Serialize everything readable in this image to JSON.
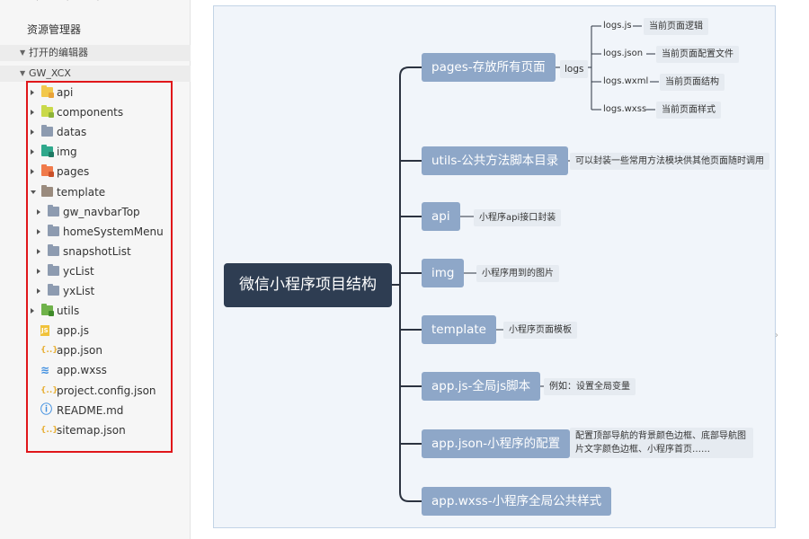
{
  "explorer": {
    "title": "资源管理器",
    "open_editors": "打开的编辑器",
    "project": "GW_XCX",
    "tree": [
      {
        "label": "api",
        "type": "folder",
        "color": "#f2c84b",
        "badge": "#e8a33a",
        "indent": 0,
        "expanded": false
      },
      {
        "label": "components",
        "type": "folder",
        "color": "#c9d94a",
        "badge": "#8db33a",
        "indent": 0,
        "expanded": false
      },
      {
        "label": "datas",
        "type": "folder",
        "color": "#8d9bb0",
        "badge": "",
        "indent": 0,
        "expanded": false
      },
      {
        "label": "img",
        "type": "folder",
        "color": "#2fa88c",
        "badge": "#1f7a64",
        "indent": 0,
        "expanded": false
      },
      {
        "label": "pages",
        "type": "folder",
        "color": "#f07a4a",
        "badge": "#c9502a",
        "indent": 0,
        "expanded": false
      },
      {
        "label": "template",
        "type": "folder",
        "color": "#9a8b7e",
        "badge": "",
        "indent": 0,
        "expanded": true
      },
      {
        "label": "gw_navbarTop",
        "type": "folder",
        "color": "#8d9bb0",
        "badge": "",
        "indent": 1,
        "expanded": false
      },
      {
        "label": "homeSystemMenu",
        "type": "folder",
        "color": "#8d9bb0",
        "badge": "",
        "indent": 1,
        "expanded": false
      },
      {
        "label": "snapshotList",
        "type": "folder",
        "color": "#8d9bb0",
        "badge": "",
        "indent": 1,
        "expanded": false
      },
      {
        "label": "ycList",
        "type": "folder",
        "color": "#8d9bb0",
        "badge": "",
        "indent": 1,
        "expanded": false
      },
      {
        "label": "yxList",
        "type": "folder",
        "color": "#8d9bb0",
        "badge": "",
        "indent": 1,
        "expanded": false
      },
      {
        "label": "utils",
        "type": "folder",
        "color": "#6fb24a",
        "badge": "#3f8a2a",
        "indent": 0,
        "expanded": false
      },
      {
        "label": "app.js",
        "type": "file",
        "icon": "js",
        "color": "#f0c23b",
        "indent": 0
      },
      {
        "label": "app.json",
        "type": "file",
        "icon": "json",
        "color": "#e8b13a",
        "indent": 0
      },
      {
        "label": "app.wxss",
        "type": "file",
        "icon": "css",
        "color": "#3f8fe0",
        "indent": 0
      },
      {
        "label": "project.config.json",
        "type": "file",
        "icon": "json",
        "color": "#e8b13a",
        "indent": 0
      },
      {
        "label": "README.md",
        "type": "file",
        "icon": "info",
        "color": "#3f8fe0",
        "indent": 0
      },
      {
        "label": "sitemap.json",
        "type": "file",
        "icon": "json",
        "color": "#e8b13a",
        "indent": 0
      }
    ]
  },
  "mindmap": {
    "root": "微信小程序项目结构",
    "branches": [
      {
        "label": "pages-存放所有页面",
        "sub": "logs"
      },
      {
        "label": "utils-公共方法脚本目录",
        "desc": "可以封装一些常用方法模块供其他页面随时调用"
      },
      {
        "label": "api",
        "desc": "小程序api接口封装"
      },
      {
        "label": "img",
        "desc": "小程序用到的图片"
      },
      {
        "label": "template",
        "desc": "小程序页面模板"
      },
      {
        "label": "app.js-全局js脚本",
        "desc": "例如：设置全局变量"
      },
      {
        "label": "app.json-小程序的配置",
        "desc": "配置顶部导航的背景颜色边框、底部导航图片文字颜色边框、小程序首页……"
      },
      {
        "label": "app.wxss-小程序全局公共样式"
      }
    ],
    "logs_files": [
      {
        "name": "logs.js",
        "desc": "当前页面逻辑"
      },
      {
        "name": "logs.json",
        "desc": "当前页面配置文件"
      },
      {
        "name": "logs.wxml",
        "desc": "当前页面结构"
      },
      {
        "name": "logs.wxss",
        "desc": "当前页面样式"
      }
    ]
  }
}
